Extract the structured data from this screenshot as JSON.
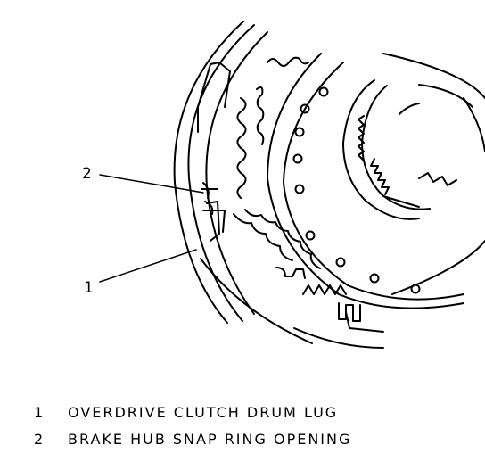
{
  "callouts": [
    {
      "number": "2"
    },
    {
      "number": "1"
    }
  ],
  "legend": [
    {
      "number": "1",
      "text": "OVERDRIVE CLUTCH DRUM LUG"
    },
    {
      "number": "2",
      "text": "BRAKE HUB SNAP RING OPENING"
    }
  ]
}
